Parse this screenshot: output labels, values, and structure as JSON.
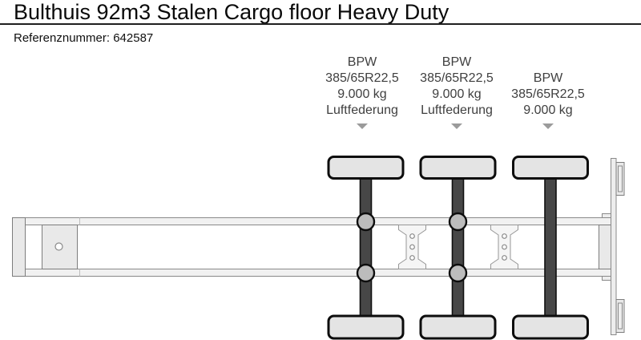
{
  "header": {
    "title": "Bulthuis 92m3 Stalen Cargo floor Heavy Duty",
    "reference": "Referenznummer: 642587"
  },
  "axle_labels": [
    {
      "lines": [
        "BPW",
        "385/65R22,5",
        "9.000 kg",
        "Luftfederung"
      ]
    },
    {
      "lines": [
        "BPW",
        "385/65R22,5",
        "9.000 kg",
        "Luftfederung"
      ]
    },
    {
      "lines": [
        "BPW",
        "385/65R22,5",
        "9.000 kg"
      ]
    }
  ],
  "diagram": {
    "type": "trailer-chassis-top-view",
    "axle_count": 3,
    "wheels_per_axle": 2,
    "air_suspension_axles": [
      1,
      2
    ],
    "pointer_icon": "down-triangle"
  },
  "colors": {
    "background": "#ffffff",
    "title_text": "#0a0a0a",
    "label_text": "#3f3f3f",
    "arrow": "#9b9b9b",
    "chassis_rail": "#f1f1f1",
    "axle_beam": "#474747",
    "wheel_fill": "#e4e4e4",
    "suspension_bellow": "#bcbcbc",
    "outline": "#0d0d0d"
  }
}
